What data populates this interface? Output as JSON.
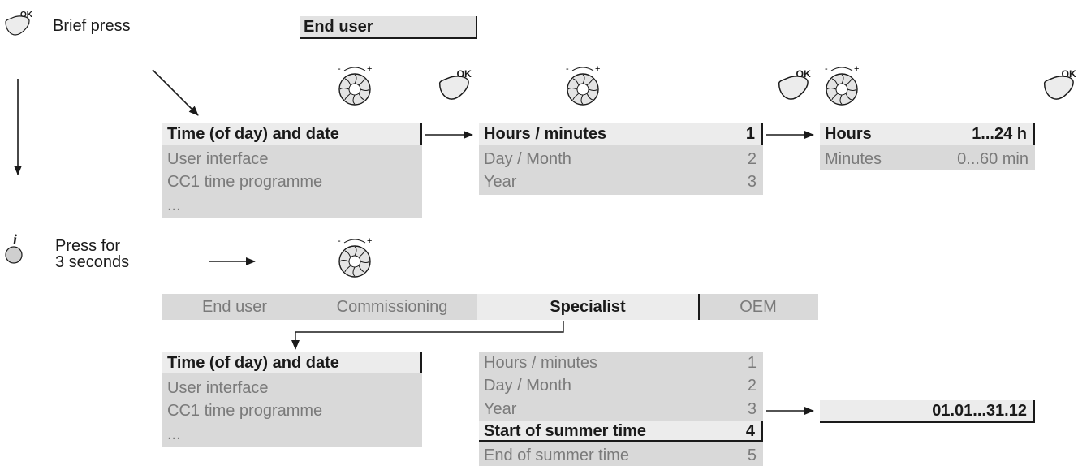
{
  "legend": {
    "brief_press": "Brief press",
    "press_3s_line1": "Press for",
    "press_3s_line2": "3 seconds",
    "ok_key": "OK",
    "info_key": "i"
  },
  "end_user_label": "End user",
  "top_menu": {
    "items": [
      "Time (of day) and date",
      "User interface",
      "CC1 time programme",
      "..."
    ]
  },
  "submenu1": {
    "items": [
      {
        "label": "Hours / minutes",
        "num": "1"
      },
      {
        "label": "Day  / Month",
        "num": "2"
      },
      {
        "label": "Year",
        "num": "3"
      }
    ]
  },
  "setting1": {
    "hours_label": "Hours",
    "hours_range": "1...24 h",
    "minutes_label": "Minutes",
    "minutes_range": "0...60 min"
  },
  "access_levels": [
    "End user",
    "Commissioning",
    "Specialist",
    "OEM"
  ],
  "bottom_menu": {
    "items": [
      "Time (of day) and date",
      "User interface",
      "CC1 time programme",
      "..."
    ]
  },
  "submenu2": {
    "items": [
      {
        "label": "Hours / minutes",
        "num": "1"
      },
      {
        "label": "Day  / Month",
        "num": "2"
      },
      {
        "label": "Year",
        "num": "3"
      },
      {
        "label": "Start of summer time",
        "num": "4"
      },
      {
        "label": "End of summer time",
        "num": "5"
      }
    ]
  },
  "setting2": {
    "range": "01.01...31.12"
  }
}
